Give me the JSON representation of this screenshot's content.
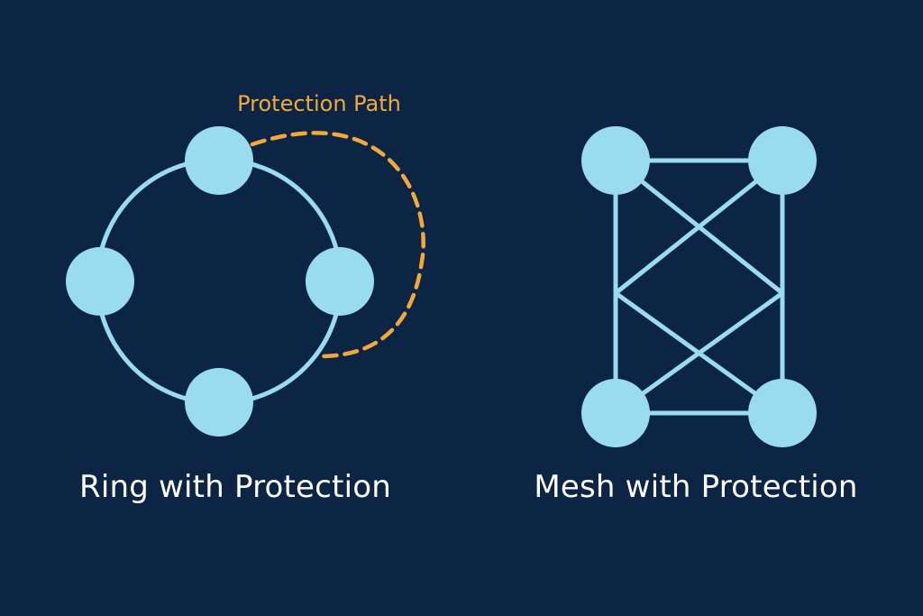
{
  "ring": {
    "title": "Ring with Protection",
    "protection_label": "Protection Path",
    "nodes": [
      "top",
      "left",
      "right",
      "bottom"
    ]
  },
  "mesh": {
    "title": "Mesh with Protection",
    "nodes": [
      "top-left",
      "top-right",
      "bottom-left",
      "bottom-right"
    ]
  },
  "colors": {
    "background": "#0c2545",
    "node": "#99dcf0",
    "link": "#99dcf0",
    "protection_path": "#f2a93b",
    "text": "#ffffff"
  }
}
